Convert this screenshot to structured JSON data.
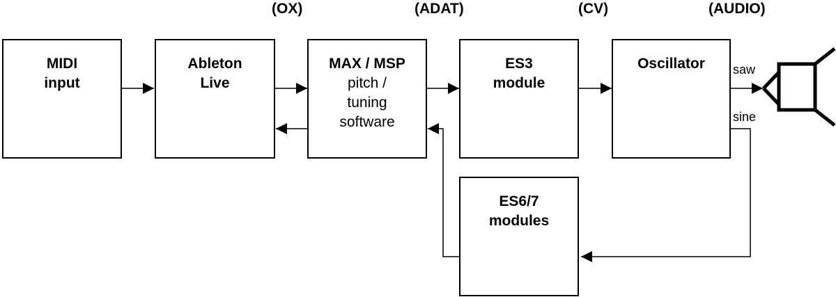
{
  "protocols": [
    "(OX)",
    "(ADAT)",
    "(CV)",
    "(AUDIO)"
  ],
  "blocks": {
    "midi_input": [
      "MIDI",
      "input"
    ],
    "ableton_live": [
      "Ableton",
      "Live"
    ],
    "max_msp": {
      "title": "MAX / MSP",
      "lines": [
        "pitch /",
        "tuning",
        "software"
      ]
    },
    "es3": [
      "ES3",
      "module"
    ],
    "oscillator": [
      "Oscillator"
    ],
    "es67": [
      "ES6/7",
      "modules"
    ]
  },
  "ports": {
    "saw": "saw",
    "sine": "sine"
  },
  "icons": {
    "speaker": "speaker-icon"
  }
}
